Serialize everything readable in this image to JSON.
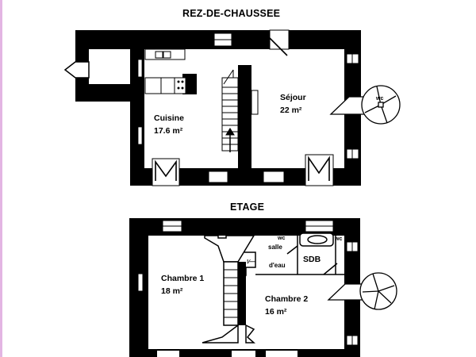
{
  "plan": {
    "ground_floor": {
      "title": "REZ-DE-CHAUSSEE",
      "rooms": [
        {
          "name": "Cuisine",
          "area": "17.6 m²"
        },
        {
          "name": "Séjour",
          "area": "22 m²"
        }
      ],
      "wc_label": "wc"
    },
    "upper_floor": {
      "title": "ETAGE",
      "rooms": [
        {
          "name": "Chambre 1",
          "area": "18 m²"
        },
        {
          "name": "Chambre 2",
          "area": "16 m²"
        },
        {
          "name": "salle",
          "area": "d'eau"
        },
        {
          "name": "SDB",
          "area": ""
        }
      ],
      "wc_label_1": "wc",
      "wc_label_2": "wc"
    }
  },
  "colors": {
    "wall": "#000000",
    "background": "#ffffff",
    "edge": "#e3b5e3"
  }
}
